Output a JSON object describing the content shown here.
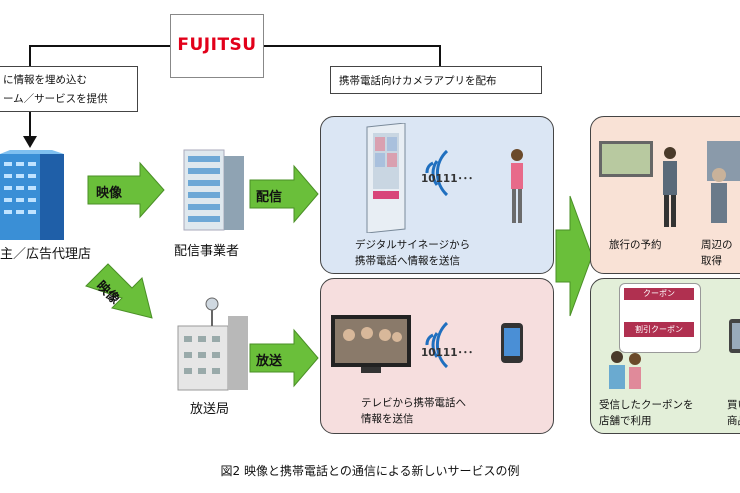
{
  "logo": {
    "text": "FUJITSU",
    "color": "#e2001a"
  },
  "callouts": {
    "left_line1": "に情報を埋め込む",
    "left_line2": "ーム／サービスを提供",
    "right": "携帯電話向けカメラアプリを配布"
  },
  "nodes": {
    "advertiser": "主／広告代理店",
    "distributor": "配信事業者",
    "broadcaster": "放送局"
  },
  "arrows": {
    "video1": "映像",
    "video2": "映像",
    "deliver": "配信",
    "broadcast": "放送"
  },
  "panels": {
    "signage_line1": "デジタルサイネージから",
    "signage_line2": "携帯電話へ情報を送信",
    "tv_line1": "テレビから携帯電話へ",
    "tv_line2": "情報を送信",
    "signal_code": "10111･･･",
    "travel": "旅行の予約",
    "nearby_line1": "周辺の",
    "nearby_line2": "取得",
    "coupon_line1": "受信したクーポンを",
    "coupon_line2": "店舗で利用",
    "buy_line1": "買い",
    "buy_line2": "商品",
    "coupon_title": "クーポン",
    "coupon_text": "割引クーポン"
  },
  "caption": "図2 映像と携帯電話との通信による新しいサービスの例",
  "colors": {
    "arrow_green": "#6abf3a",
    "panel_blue": "#dbe6f4",
    "panel_pink": "#f6dede",
    "panel_peach": "#f9e2d6",
    "panel_mint": "#e3efd9"
  }
}
